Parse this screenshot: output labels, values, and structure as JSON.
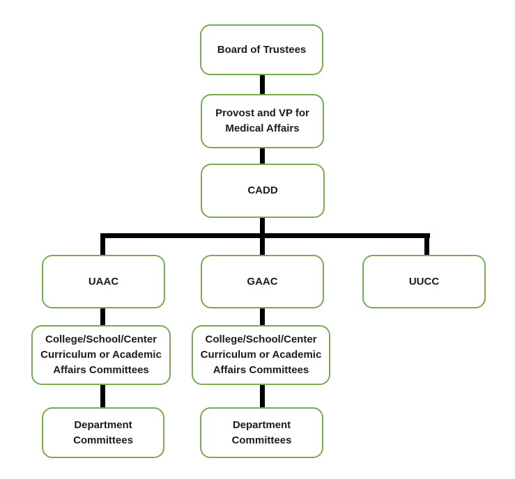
{
  "colors": {
    "node_border": "#77AC4F",
    "connector": "#000000",
    "node_text": "#1b1b1b",
    "background": "#ffffff"
  },
  "nodes": {
    "board": {
      "label": "Board of Trustees"
    },
    "provost": {
      "label": "Provost and VP for Medical Affairs"
    },
    "cadd": {
      "label": "CADD"
    },
    "uaac": {
      "label": "UAAC"
    },
    "gaac": {
      "label": "GAAC"
    },
    "uucc": {
      "label": "UUCC"
    },
    "uaac_college": {
      "label": "College/School/Center Curriculum or Academic Affairs Committees"
    },
    "gaac_college": {
      "label": "College/School/Center Curriculum or Academic Affairs Committees"
    },
    "uaac_dept": {
      "label": "Department Committees"
    },
    "gaac_dept": {
      "label": "Department Committees"
    }
  },
  "edges": [
    {
      "from": "board",
      "to": "provost"
    },
    {
      "from": "provost",
      "to": "cadd"
    },
    {
      "from": "cadd",
      "to": "uaac"
    },
    {
      "from": "cadd",
      "to": "gaac"
    },
    {
      "from": "cadd",
      "to": "uucc"
    },
    {
      "from": "uaac",
      "to": "uaac_college"
    },
    {
      "from": "gaac",
      "to": "gaac_college"
    },
    {
      "from": "uaac_college",
      "to": "uaac_dept"
    },
    {
      "from": "gaac_college",
      "to": "gaac_dept"
    }
  ]
}
